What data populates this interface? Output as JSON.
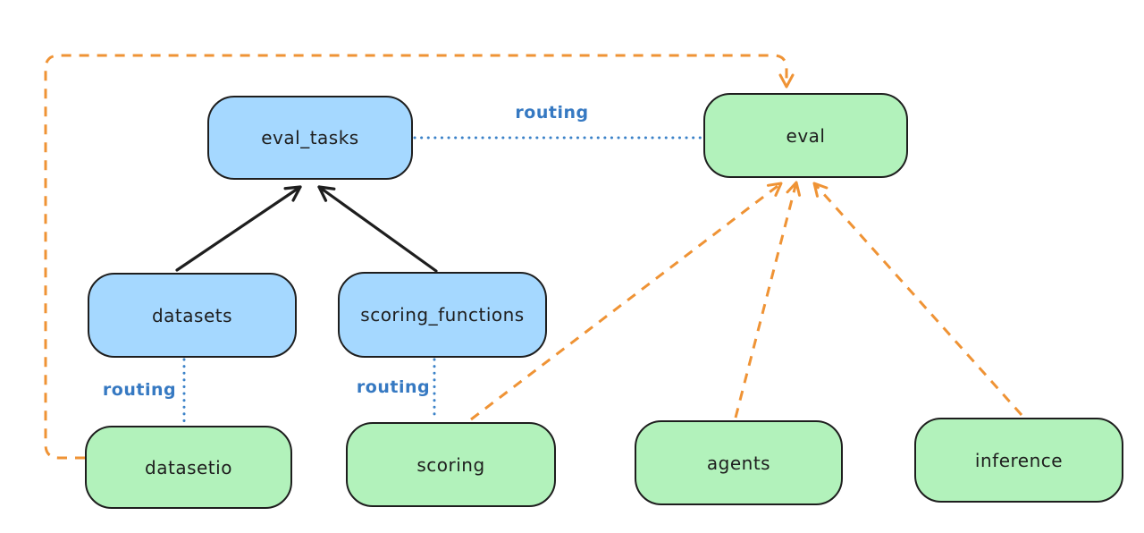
{
  "colors": {
    "background": "#ffffff",
    "blue_node_fill": "#a5d8ff",
    "green_node_fill": "#b2f2bb",
    "node_stroke": "#1e1e1e",
    "black_arrow": "#1e1e1e",
    "routing_line_blue": "#3b82c8",
    "routing_text_blue": "#3679c2",
    "orange_dashed": "#ef9335"
  },
  "nodes": {
    "eval_tasks": {
      "label": "eval_tasks",
      "fill": "blue"
    },
    "eval": {
      "label": "eval",
      "fill": "green"
    },
    "datasets": {
      "label": "datasets",
      "fill": "blue"
    },
    "scoring_functions": {
      "label": "scoring_functions",
      "fill": "blue"
    },
    "datasetio": {
      "label": "datasetio",
      "fill": "green"
    },
    "scoring": {
      "label": "scoring",
      "fill": "green"
    },
    "agents": {
      "label": "agents",
      "fill": "green"
    },
    "inference": {
      "label": "inference",
      "fill": "green"
    }
  },
  "edges": [
    {
      "from": "datasets",
      "to": "eval_tasks",
      "style": "solid",
      "color": "black"
    },
    {
      "from": "scoring_functions",
      "to": "eval_tasks",
      "style": "solid",
      "color": "black"
    },
    {
      "from": "eval_tasks",
      "to": "eval",
      "style": "dotted",
      "color": "blue",
      "label": "routing"
    },
    {
      "from": "datasets",
      "to": "datasetio",
      "style": "dotted",
      "color": "blue",
      "label": "routing"
    },
    {
      "from": "scoring_functions",
      "to": "scoring",
      "style": "dotted",
      "color": "blue",
      "label": "routing"
    },
    {
      "from": "datasetio",
      "to": "eval",
      "style": "dashed",
      "color": "orange"
    },
    {
      "from": "scoring",
      "to": "eval",
      "style": "dashed",
      "color": "orange"
    },
    {
      "from": "agents",
      "to": "eval",
      "style": "dashed",
      "color": "orange"
    },
    {
      "from": "inference",
      "to": "eval",
      "style": "dashed",
      "color": "orange"
    }
  ]
}
